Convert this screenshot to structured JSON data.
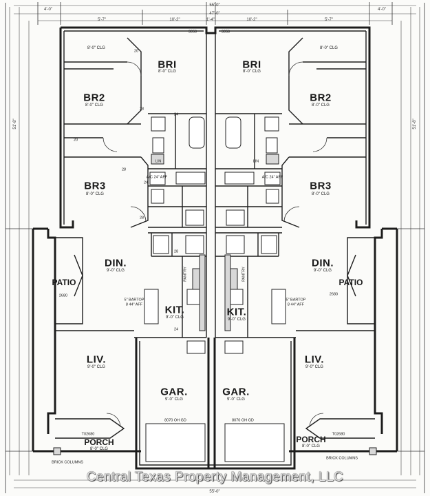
{
  "plan": {
    "overall_width_top": "55'-0\"",
    "overall_width_bottom": "55'-0\"",
    "overall_depth_left": "51'-8\"",
    "overall_depth_right": "51'-8\"",
    "top_dims": [
      "4'-0\"",
      "47'-0\"",
      "4'-0\"",
      "5'-7\"",
      "10'-2\"",
      "1'-4\"",
      "10'-2\"",
      "5'-7\""
    ],
    "left_units": {
      "rooms": {
        "br1": {
          "name": "BRI",
          "clg": "8'-0\" CLG"
        },
        "br2": {
          "name": "BR2",
          "clg": "8'-0\" CLG"
        },
        "br3": {
          "name": "BR3",
          "clg": "8'-0\" CLG"
        },
        "din": {
          "name": "DIN.",
          "clg": "9'-0\" CLG"
        },
        "patio": {
          "name": "PATIO"
        },
        "kit": {
          "name": "KIT.",
          "clg": "9'-0\" CLG"
        },
        "liv": {
          "name": "LIV.",
          "clg": "9'-0\" CLG"
        },
        "gar": {
          "name": "GAR.",
          "clg": "9'-0\" CLG"
        },
        "porch": {
          "name": "PORCH",
          "clg": "8'-0\" CLG"
        }
      },
      "closet_clg": "8'-0\" CLG",
      "lin": "LIN",
      "bartop": "5\" BARTOP",
      "bartop2": "8 44\" AFF",
      "garage_door": "8070 OH GD",
      "porch_window": "T02680",
      "patio_window": "2680",
      "brick_column": "BRICK COLUMNS",
      "door_tags": [
        "20",
        "24",
        "28",
        "20",
        "28",
        "24",
        "28",
        "28",
        "24"
      ],
      "window_3050": "3050",
      "pantry": "PANTRY",
      "ac": "A/C 24\" AFF"
    },
    "right_units": {
      "rooms": {
        "br1": {
          "name": "BRI",
          "clg": "8'-0\" CLG"
        },
        "br2": {
          "name": "BR2",
          "clg": "8'-0\" CLG"
        },
        "br3": {
          "name": "BR3",
          "clg": "8'-0\" CLG"
        },
        "din": {
          "name": "DIN.",
          "clg": "9'-0\" CLG"
        },
        "patio": {
          "name": "PATIO"
        },
        "kit": {
          "name": "KIT.",
          "clg": "9'-0\" CLG"
        },
        "liv": {
          "name": "LIV.",
          "clg": "9'-0\" CLG"
        },
        "gar": {
          "name": "GAR.",
          "clg": "9'-0\" CLG"
        },
        "porch": {
          "name": "PORCH",
          "clg": "8'-0\" CLG"
        }
      },
      "closet_clg": "8'-0\" CLG",
      "lin": "LIN",
      "bartop": "5\" BARTOP",
      "bartop2": "8 44\" AFF",
      "garage_door": "8070 OH GD",
      "porch_window": "T02680",
      "patio_window": "2680",
      "brick_column": "BRICK COLUMNS",
      "window_3050": "3050",
      "pantry": "PANTRY",
      "ac": "A/C 24\" AFF"
    },
    "watermark": "Central Texas Property Management, LLC"
  }
}
